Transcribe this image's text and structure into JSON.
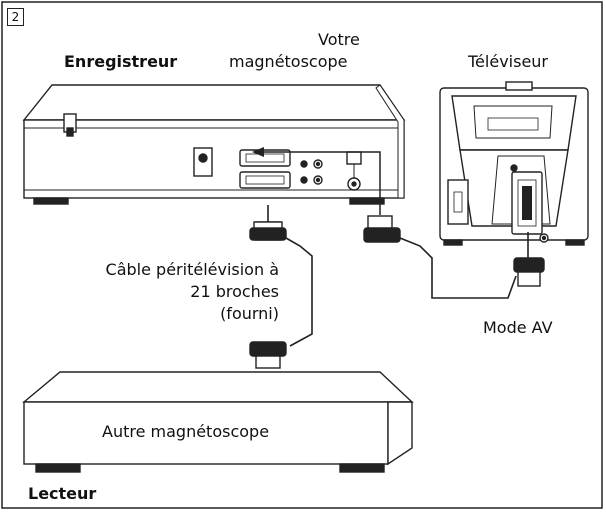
{
  "step_number": "2",
  "labels": {
    "recorder_role": "Enregistreur",
    "your_vcr_line1": "Votre",
    "your_vcr_line2": "magnétoscope",
    "tv": "Téléviseur",
    "cable_line1": "Câble péritélévision à",
    "cable_line2": "21 broches",
    "cable_line3": "(fourni)",
    "av_mode": "Mode AV",
    "other_vcr": "Autre magnétoscope",
    "player_role": "Lecteur"
  }
}
